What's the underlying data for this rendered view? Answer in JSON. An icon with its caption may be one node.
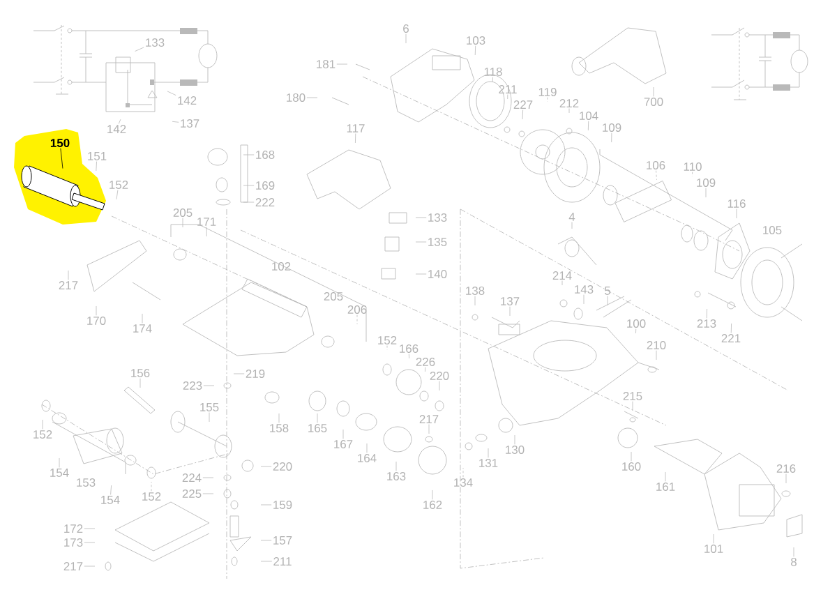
{
  "diagram": {
    "nodes": [
      {
        "text": [
          "133"
        ]
      },
      {
        "text": [
          "142"
        ]
      },
      {
        "text": [
          "137"
        ]
      },
      {
        "text": [
          "142"
        ]
      },
      {
        "text": [
          "6"
        ]
      },
      {
        "text": [
          "181"
        ]
      },
      {
        "text": [
          "180"
        ]
      },
      {
        "text": [
          "103"
        ]
      },
      {
        "text": [
          "118"
        ]
      },
      {
        "text": [
          "211"
        ]
      },
      {
        "text": [
          "227"
        ]
      },
      {
        "text": [
          "119"
        ]
      },
      {
        "text": [
          "212"
        ]
      },
      {
        "text": [
          "104"
        ]
      },
      {
        "text": [
          "109"
        ]
      },
      {
        "text": [
          "106"
        ]
      },
      {
        "text": [
          "110"
        ]
      },
      {
        "text": [
          "109"
        ]
      },
      {
        "text": [
          "116"
        ]
      },
      {
        "text": [
          "700"
        ]
      },
      {
        "text": [
          "150"
        ]
      },
      {
        "text": [
          "151"
        ]
      },
      {
        "text": [
          "152"
        ]
      },
      {
        "text": [
          "117"
        ]
      },
      {
        "text": [
          "168"
        ]
      },
      {
        "text": [
          "169"
        ]
      },
      {
        "text": [
          "222"
        ]
      },
      {
        "text": [
          "205"
        ]
      },
      {
        "text": [
          "171"
        ]
      },
      {
        "text": [
          "133"
        ]
      },
      {
        "text": [
          "135"
        ]
      },
      {
        "text": [
          "140"
        ]
      },
      {
        "text": [
          "4"
        ]
      },
      {
        "text": [
          "217"
        ]
      },
      {
        "text": [
          "170"
        ]
      },
      {
        "text": [
          "174"
        ]
      },
      {
        "text": [
          "214"
        ]
      },
      {
        "text": [
          "143"
        ]
      },
      {
        "text": [
          "5"
        ]
      },
      {
        "text": [
          "138"
        ]
      },
      {
        "text": [
          "137"
        ]
      },
      {
        "text": [
          "213"
        ]
      },
      {
        "text": [
          "221"
        ]
      },
      {
        "text": [
          "206"
        ]
      },
      {
        "text": [
          "100"
        ]
      },
      {
        "text": [
          "152"
        ]
      },
      {
        "text": [
          "166"
        ]
      },
      {
        "text": [
          "210"
        ]
      },
      {
        "text": [
          "226"
        ]
      },
      {
        "text": [
          "220"
        ]
      },
      {
        "text": [
          "219"
        ]
      },
      {
        "text": [
          "156"
        ]
      },
      {
        "text": [
          "223"
        ]
      },
      {
        "text": [
          "215"
        ]
      },
      {
        "text": [
          "155"
        ]
      },
      {
        "text": [
          "217"
        ]
      },
      {
        "text": [
          "158"
        ]
      },
      {
        "text": [
          "165"
        ]
      },
      {
        "text": [
          "152"
        ]
      },
      {
        "text": [
          "167"
        ]
      },
      {
        "text": [
          "164"
        ]
      },
      {
        "text": [
          "130"
        ]
      },
      {
        "text": [
          "131"
        ]
      },
      {
        "text": [
          "220"
        ]
      },
      {
        "text": [
          "160"
        ]
      },
      {
        "text": [
          "216"
        ]
      },
      {
        "text": [
          "154"
        ]
      },
      {
        "text": [
          "224"
        ]
      },
      {
        "text": [
          "163"
        ]
      },
      {
        "text": [
          "134"
        ]
      },
      {
        "text": [
          "161"
        ]
      },
      {
        "text": [
          "154"
        ]
      },
      {
        "text": [
          "152"
        ]
      },
      {
        "text": [
          "225"
        ]
      },
      {
        "text": [
          "162"
        ]
      },
      {
        "text": [
          "159"
        ]
      },
      {
        "text": [
          "172"
        ]
      },
      {
        "text": [
          "157"
        ]
      },
      {
        "text": [
          "173"
        ]
      },
      {
        "text": [
          "101"
        ]
      },
      {
        "text": [
          "217"
        ]
      },
      {
        "text": [
          "211"
        ]
      },
      {
        "text": [
          "8"
        ]
      },
      {
        "text": [],
        "shape": "picture"
      }
    ],
    "edges": [
      {
        "from": 0,
        "to": null,
        "arrow": "none"
      },
      {
        "from": 1,
        "to": null,
        "arrow": "none"
      },
      {
        "from": 2,
        "to": null,
        "arrow": "none"
      },
      {
        "from": 3,
        "to": null,
        "arrow": "none"
      },
      {
        "from": 4,
        "to": null,
        "arrow": "none"
      },
      {
        "from": 5,
        "to": null,
        "arrow": "none"
      },
      {
        "from": 6,
        "to": null,
        "arrow": "none"
      },
      {
        "from": 7,
        "to": null,
        "arrow": "none"
      },
      {
        "from": 8,
        "to": null,
        "arrow": "none"
      },
      {
        "from": 9,
        "to": null,
        "arrow": "none"
      },
      {
        "from": 10,
        "to": null,
        "arrow": "none"
      },
      {
        "from": 11,
        "to": null,
        "arrow": "none",
        "style": "dashed"
      },
      {
        "from": 12,
        "to": null,
        "arrow": "none"
      },
      {
        "from": 13,
        "to": null,
        "arrow": "none"
      },
      {
        "from": 14,
        "to": null,
        "arrow": "none"
      },
      {
        "from": 15,
        "to": null,
        "arrow": "none",
        "style": "dashed"
      },
      {
        "from": 16,
        "to": null,
        "arrow": "none",
        "style": "dashed"
      },
      {
        "from": 17,
        "to": null,
        "arrow": "none"
      },
      {
        "from": 18,
        "to": null,
        "arrow": "none"
      },
      {
        "from": 19,
        "to": null,
        "arrow": "none"
      },
      {
        "from": 20,
        "to": 83,
        "arrow": "none",
        "color": "#000000"
      },
      {
        "from": 21,
        "to": null,
        "arrow": "none"
      },
      {
        "from": 22,
        "to": null,
        "arrow": "none"
      },
      {
        "from": 23,
        "to": null,
        "arrow": "none"
      },
      {
        "from": 24,
        "to": null,
        "arrow": "none"
      },
      {
        "from": 25,
        "to": null,
        "arrow": "none"
      },
      {
        "from": 26,
        "to": null,
        "arrow": "none"
      },
      {
        "from": 27,
        "to": null,
        "arrow": "none"
      },
      {
        "from": 28,
        "to": null,
        "arrow": "none"
      },
      {
        "from": 29,
        "to": null,
        "arrow": "none"
      },
      {
        "from": 30,
        "to": null,
        "arrow": "none"
      },
      {
        "from": 31,
        "to": null,
        "arrow": "none"
      },
      {
        "from": 32,
        "to": null,
        "arrow": "none"
      },
      {
        "from": 33,
        "to": null,
        "arrow": "none"
      },
      {
        "from": 34,
        "to": null,
        "arrow": "none"
      },
      {
        "from": 35,
        "to": null,
        "arrow": "none"
      },
      {
        "from": 36,
        "to": null,
        "arrow": "none"
      },
      {
        "from": 37,
        "to": null,
        "arrow": "none"
      },
      {
        "from": 38,
        "to": null,
        "arrow": "none"
      },
      {
        "from": 39,
        "to": null,
        "arrow": "none"
      },
      {
        "from": 40,
        "to": null,
        "arrow": "none"
      },
      {
        "from": 41,
        "to": null,
        "arrow": "none"
      },
      {
        "from": 42,
        "to": null,
        "arrow": "none"
      },
      {
        "from": 43,
        "to": null,
        "arrow": "none",
        "style": "dashed"
      },
      {
        "from": 44,
        "to": null,
        "arrow": "none"
      },
      {
        "from": 45,
        "to": null,
        "arrow": "none",
        "style": "dashed"
      },
      {
        "from": 46,
        "to": null,
        "arrow": "none"
      },
      {
        "from": 47,
        "to": null,
        "arrow": "none"
      },
      {
        "from": 48,
        "to": null,
        "arrow": "none"
      },
      {
        "from": 49,
        "to": null,
        "arrow": "none"
      },
      {
        "from": 50,
        "to": null,
        "arrow": "none"
      },
      {
        "from": 51,
        "to": null,
        "arrow": "none"
      },
      {
        "from": 52,
        "to": null,
        "arrow": "none"
      },
      {
        "from": 53,
        "to": null,
        "arrow": "none"
      },
      {
        "from": 54,
        "to": null,
        "arrow": "none"
      },
      {
        "from": 55,
        "to": null,
        "arrow": "none"
      },
      {
        "from": 56,
        "to": null,
        "arrow": "none"
      },
      {
        "from": 57,
        "to": null,
        "arrow": "none"
      },
      {
        "from": 58,
        "to": null,
        "arrow": "none"
      },
      {
        "from": 59,
        "to": null,
        "arrow": "none"
      },
      {
        "from": 60,
        "to": null,
        "arrow": "none"
      },
      {
        "from": 61,
        "to": null,
        "arrow": "none"
      },
      {
        "from": 62,
        "to": null,
        "arrow": "none"
      },
      {
        "from": 63,
        "to": null,
        "arrow": "none"
      },
      {
        "from": 64,
        "to": null,
        "arrow": "none"
      },
      {
        "from": 65,
        "to": null,
        "arrow": "none"
      },
      {
        "from": 66,
        "to": null,
        "arrow": "none"
      },
      {
        "from": 67,
        "to": null,
        "arrow": "none"
      },
      {
        "from": 68,
        "to": null,
        "arrow": "none"
      },
      {
        "from": 69,
        "to": null,
        "arrow": "none",
        "style": "dashed"
      },
      {
        "from": 70,
        "to": null,
        "arrow": "none"
      },
      {
        "from": 71,
        "to": null,
        "arrow": "none"
      },
      {
        "from": 72,
        "to": null,
        "arrow": "none",
        "style": "dashed"
      },
      {
        "from": 73,
        "to": null,
        "arrow": "none"
      },
      {
        "from": 74,
        "to": null,
        "arrow": "none"
      },
      {
        "from": 75,
        "to": null,
        "arrow": "none"
      },
      {
        "from": 76,
        "to": null,
        "arrow": "none"
      },
      {
        "from": 77,
        "to": null,
        "arrow": "none"
      },
      {
        "from": 78,
        "to": null,
        "arrow": "none"
      },
      {
        "from": 79,
        "to": null,
        "arrow": "none"
      },
      {
        "from": 80,
        "to": null,
        "arrow": "none"
      },
      {
        "from": 81,
        "to": null,
        "arrow": "none"
      },
      {
        "from": 82,
        "to": null,
        "arrow": "none"
      }
    ],
    "labels": [
      "105",
      "102",
      "205",
      "153"
    ]
  }
}
